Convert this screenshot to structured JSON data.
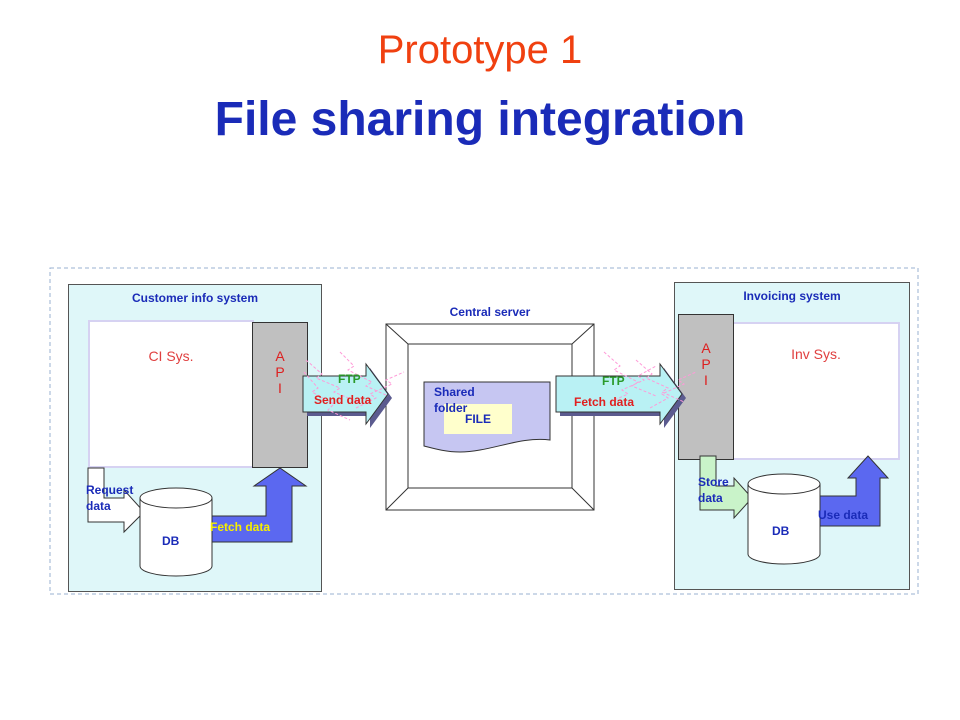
{
  "title": {
    "line1": "Prototype 1",
    "line2": "File sharing integration"
  },
  "customer": {
    "panel_title": "Customer info system",
    "system_name": "CI Sys.",
    "api_letters": [
      "A",
      "P",
      "I"
    ],
    "request_data": [
      "Request",
      "data"
    ],
    "db_label": "DB",
    "fetch_data": "Fetch data"
  },
  "central": {
    "title": "Central server",
    "shared_folder": [
      "Shared",
      "folder"
    ],
    "file_label": "FILE"
  },
  "transfer_left": {
    "protocol": "FTP",
    "action": "Send data"
  },
  "transfer_right": {
    "protocol": "FTP",
    "action": "Fetch data"
  },
  "invoicing": {
    "panel_title": "Invoicing system",
    "system_name": "Inv Sys.",
    "api_letters": [
      "A",
      "P",
      "I"
    ],
    "store_data": [
      "Store",
      "data"
    ],
    "db_label": "DB",
    "use_data": "Use data"
  },
  "colors": {
    "title_line1": "#f04010",
    "title_line2": "#1a2bb8",
    "panel_bg": "#dff7f9",
    "arrow_fill": "#5b68f0",
    "ftp_arrow_fill": "#b9f1f4",
    "folder_fill": "#c6c6f2",
    "file_fill": "#ffffcc"
  }
}
